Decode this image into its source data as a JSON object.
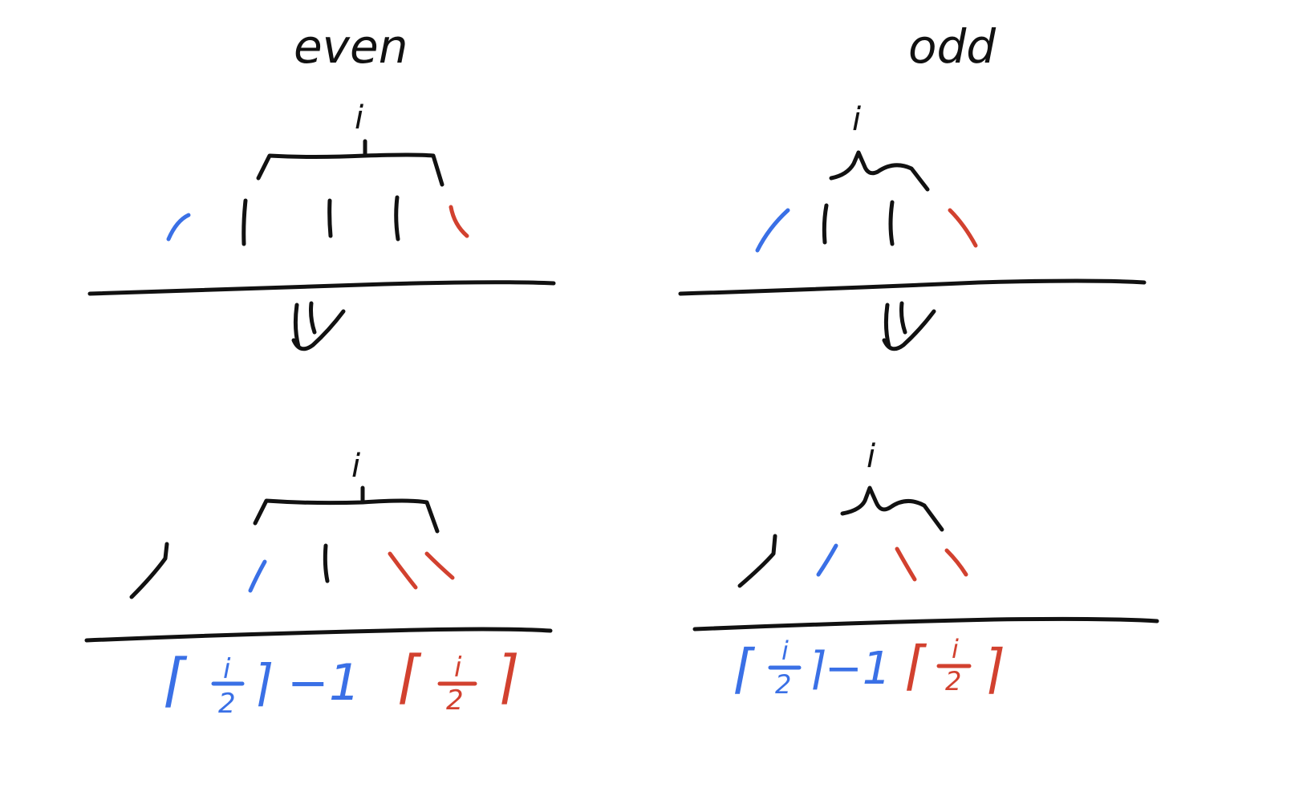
{
  "labels": {
    "even_title": "even",
    "odd_title": "odd",
    "i_marker": "i",
    "down_arrow": "⇓"
  },
  "formulas": {
    "even_blue_left": "⌈",
    "even_blue_num": "i",
    "even_blue_den": "2",
    "even_blue_right": "⌉ −1",
    "even_red_left": "⌈",
    "even_red_num": "i",
    "even_red_den": "2",
    "even_red_right": "⌉",
    "odd_blue_left": "⌈",
    "odd_blue_num": "i",
    "odd_blue_den": "2",
    "odd_blue_right": "⌉−1",
    "odd_red_left": "⌈",
    "odd_red_num": "i",
    "odd_red_den": "2",
    "odd_red_right": "⌉"
  },
  "colors": {
    "ink": "#111111",
    "blue": "#3a70e6",
    "red": "#d2412f",
    "background": "#ffffff"
  }
}
